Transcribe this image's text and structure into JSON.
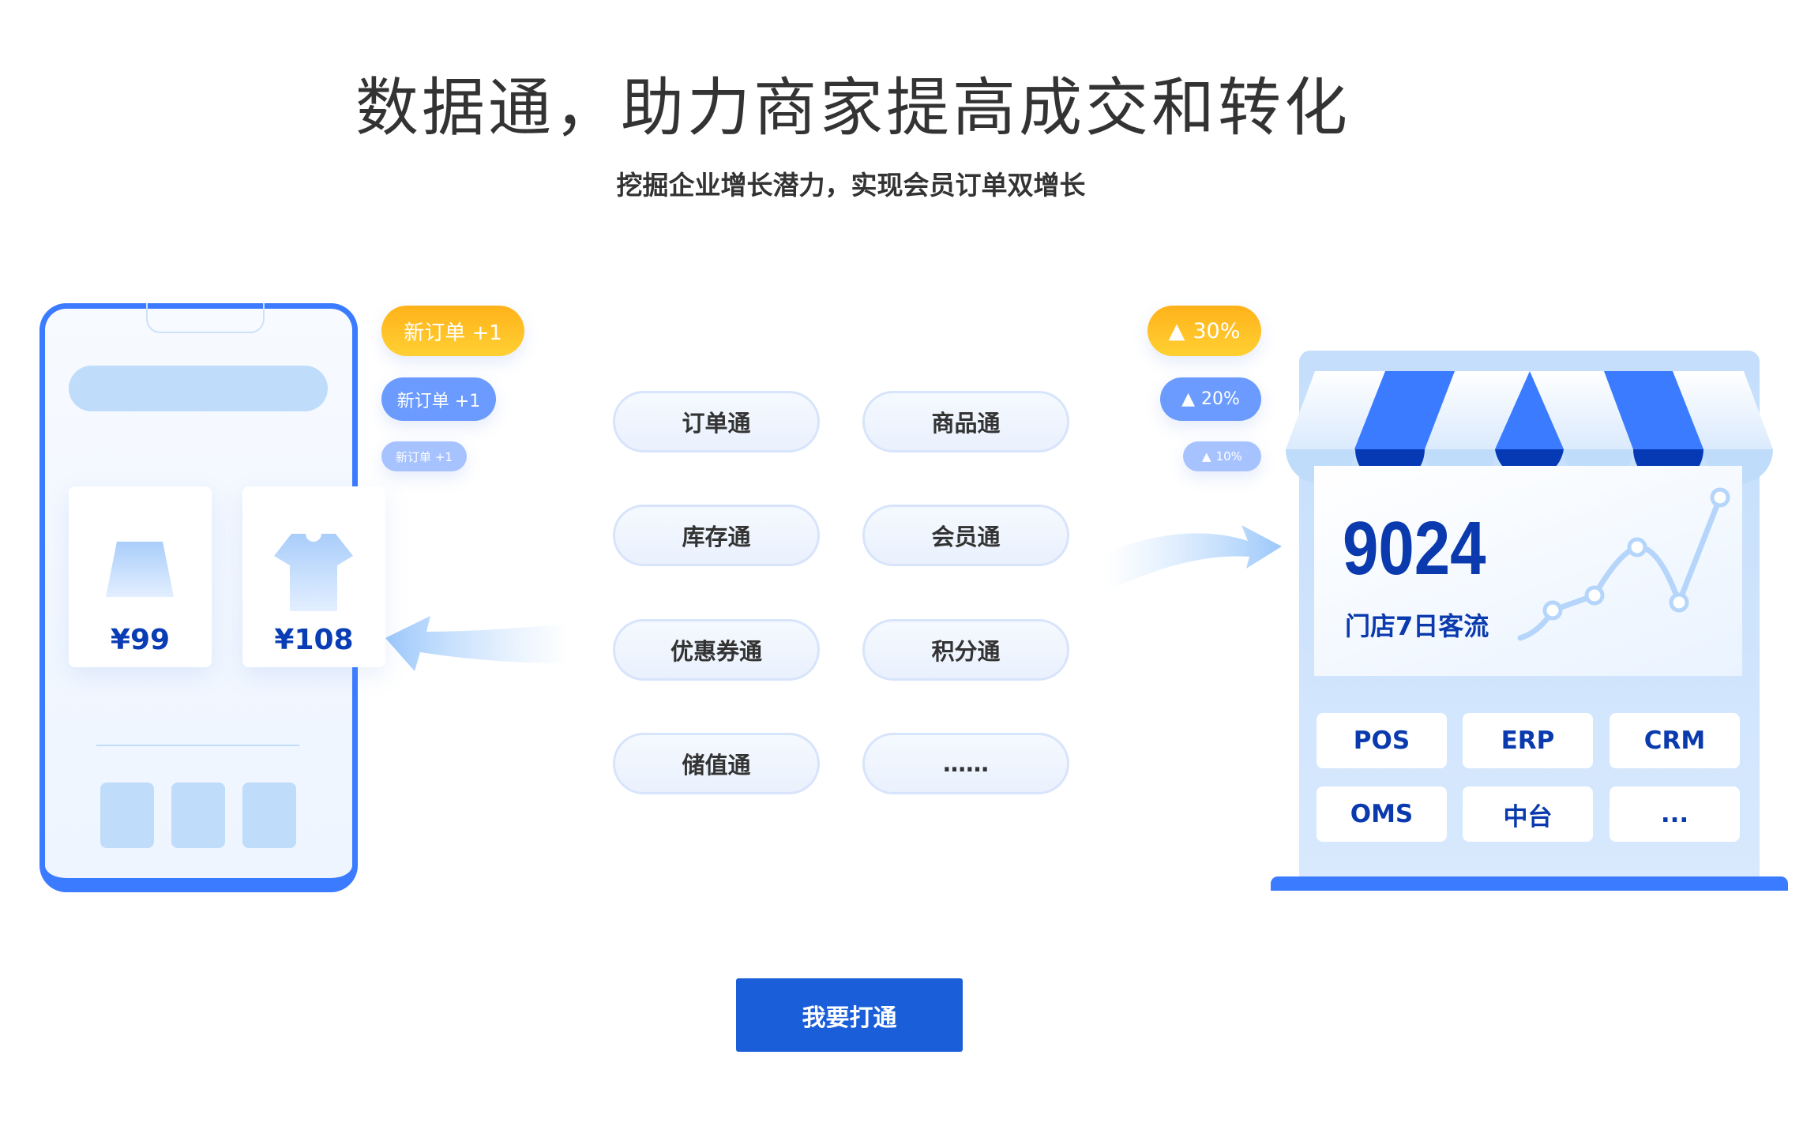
{
  "header": {
    "title": "数据通，助力商家提高成交和转化",
    "subtitle": "挖掘企业增长潜力，实现会员订单双增长"
  },
  "phone": {
    "prices": [
      "¥99",
      "¥108"
    ]
  },
  "order_badges": [
    "新订单 +1",
    "新订单 +1",
    "新订单 +1"
  ],
  "growth_badges": [
    "30%",
    "20%",
    "10%"
  ],
  "chips": [
    "订单通",
    "商品通",
    "库存通",
    "会员通",
    "优惠券通",
    "积分通",
    "储值通",
    "……"
  ],
  "store": {
    "visitors": "9024",
    "visitors_label": "门店7日客流",
    "systems": [
      "POS",
      "ERP",
      "CRM",
      "OMS",
      "中台",
      "..."
    ]
  },
  "cta": {
    "label": "我要打通"
  },
  "colors": {
    "primary": "#1a5fd9",
    "accent_blue": "#3b7bff",
    "dark_blue": "#0a3aad",
    "yellow": "#ffc124"
  }
}
